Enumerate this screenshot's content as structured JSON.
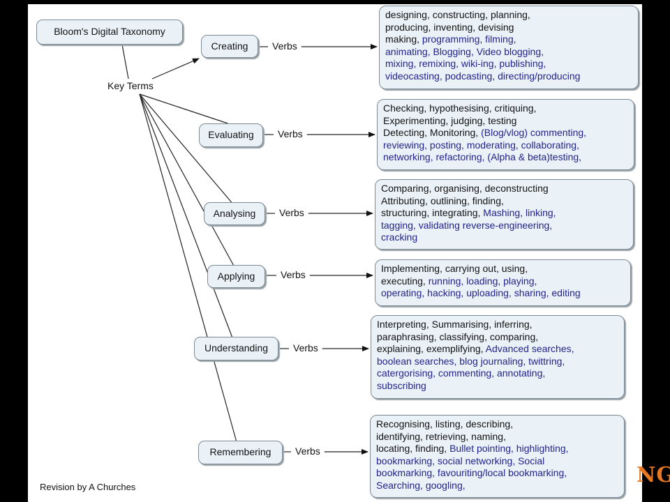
{
  "title": "Bloom's Digital Taxonomy",
  "key_terms": "Key Terms",
  "verbs_label": "Verbs",
  "credit": "Revision by A Churches",
  "corner_text": "NG",
  "colors": {
    "node_fill": "#eaf2f8",
    "border": "#7d8a93",
    "digital_verb": "#22228c",
    "corner": "#e87722"
  },
  "levels": [
    {
      "name": "Creating",
      "lines": [
        [
          {
            "t": "designing, constructing, planning,"
          }
        ],
        [
          {
            "t": "producing, inventing, devising"
          }
        ],
        [
          {
            "t": "making, "
          },
          {
            "t": "programming, filming,",
            "b": 1
          }
        ],
        [
          {
            "t": "animating, Blogging, Video blogging,",
            "b": 1
          }
        ],
        [
          {
            "t": "mixing, remixing, wiki-ing, publishing,",
            "b": 1
          }
        ],
        [
          {
            "t": "videocasting, podcasting, directing/producing",
            "b": 1
          }
        ]
      ]
    },
    {
      "name": "Evaluating",
      "lines": [
        [
          {
            "t": "Checking, hypothesising, critiquing,"
          }
        ],
        [
          {
            "t": "Experimenting, judging, testing"
          }
        ],
        [
          {
            "t": "Detecting, Monitoring, "
          },
          {
            "t": "(Blog/vlog) commenting,",
            "b": 1
          }
        ],
        [
          {
            "t": "reviewing, posting, moderating, collaborating,",
            "b": 1
          }
        ],
        [
          {
            "t": "networking, refactoring, (Alpha & beta)testing,",
            "b": 1
          }
        ]
      ]
    },
    {
      "name": "Analysing",
      "lines": [
        [
          {
            "t": "Comparing, organising, deconstructing"
          }
        ],
        [
          {
            "t": "Attributing, outlining, finding,"
          }
        ],
        [
          {
            "t": "structuring, integrating, "
          },
          {
            "t": "Mashing, linking,",
            "b": 1
          }
        ],
        [
          {
            "t": "tagging, validating reverse-engineering,",
            "b": 1
          }
        ],
        [
          {
            "t": "cracking",
            "b": 1
          }
        ]
      ]
    },
    {
      "name": "Applying",
      "lines": [
        [
          {
            "t": "Implementing, carrying out, using,"
          }
        ],
        [
          {
            "t": "executing, "
          },
          {
            "t": "running, loading, playing,",
            "b": 1
          }
        ],
        [
          {
            "t": "operating, hacking, uploading, sharing, editing",
            "b": 1
          }
        ]
      ]
    },
    {
      "name": "Understanding",
      "lines": [
        [
          {
            "t": "Interpreting, Summarising, inferring,"
          }
        ],
        [
          {
            "t": "paraphrasing, classifying, comparing,"
          }
        ],
        [
          {
            "t": "explaining, exemplifying, "
          },
          {
            "t": "Advanced searches,",
            "b": 1
          }
        ],
        [
          {
            "t": "boolean searches, blog journaling, twittring,",
            "b": 1
          }
        ],
        [
          {
            "t": "catergorising, commenting, annotating,",
            "b": 1
          }
        ],
        [
          {
            "t": "subscribing",
            "b": 1
          }
        ]
      ]
    },
    {
      "name": "Remembering",
      "lines": [
        [
          {
            "t": "Recognising, listing, describing,"
          }
        ],
        [
          {
            "t": "identifying, retrieving, naming,"
          }
        ],
        [
          {
            "t": "locating, finding, "
          },
          {
            "t": "Bullet pointing, highlighting,",
            "b": 1
          }
        ],
        [
          {
            "t": "bookmarking, social networking, Social",
            "b": 1
          }
        ],
        [
          {
            "t": "bookmarking, favouriting/local bookmarking,",
            "b": 1
          }
        ],
        [
          {
            "t": "Searching, googling,",
            "b": 1
          }
        ]
      ]
    }
  ]
}
